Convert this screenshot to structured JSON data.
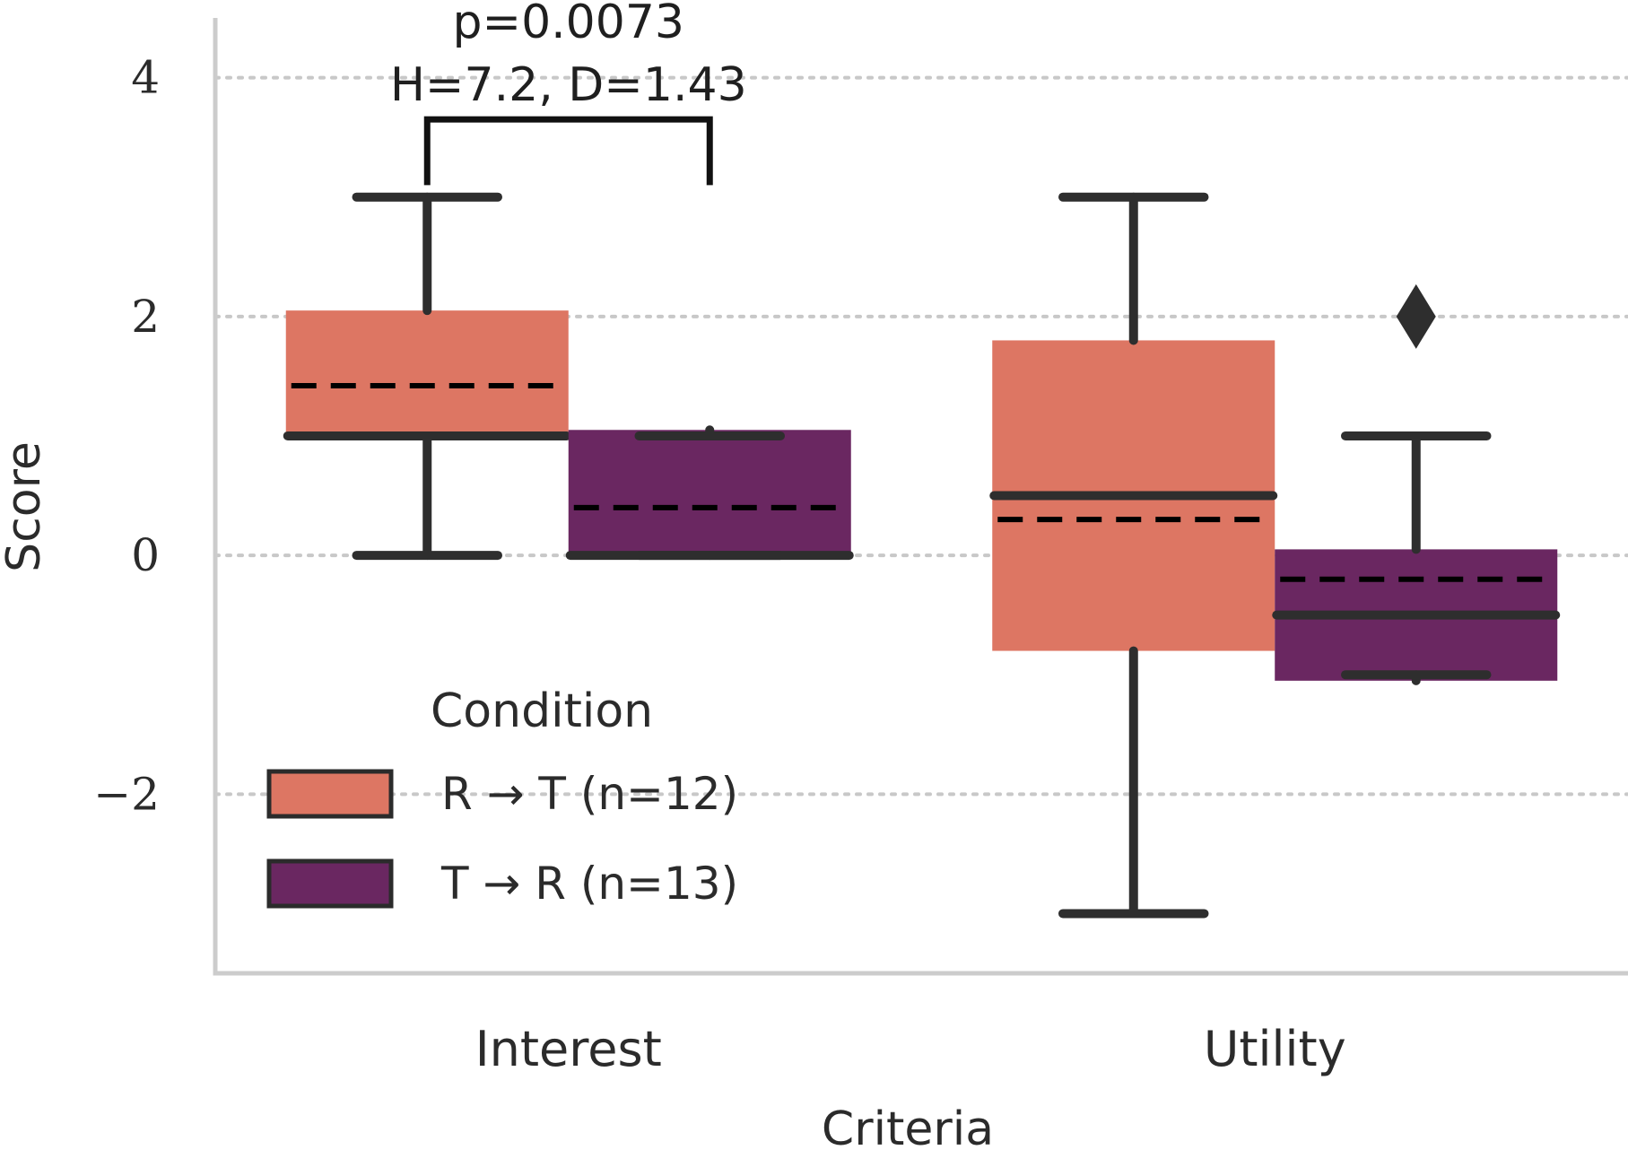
{
  "chart_data": {
    "type": "box",
    "xlabel": "Criteria",
    "ylabel": "Score",
    "categories": [
      "Interest",
      "Utility"
    ],
    "ylim": [
      -3.5,
      4.5
    ],
    "yticks": [
      -2,
      0,
      2,
      4
    ],
    "ytick_labels": [
      "−2",
      "0",
      "2",
      "4"
    ],
    "grid": "horizontal-dotted",
    "colors": {
      "R_T": "#dd7663",
      "T_R": "#6a2761",
      "line": "#2e2e2e"
    },
    "legend": {
      "title": "Condition",
      "placement": "lower-left",
      "entries": [
        "R → T (n=12)",
        "T → R (n=13)"
      ]
    },
    "series": [
      {
        "name": "R → T (n=12)",
        "color": "#dd7663",
        "boxes": [
          {
            "category": "Interest",
            "whisker_low": 0,
            "q1": 1,
            "median": 1,
            "mean": 1.42,
            "q3": 2.05,
            "whisker_high": 3,
            "outliers": []
          },
          {
            "category": "Utility",
            "whisker_low": -3,
            "q1": -0.8,
            "median": 0.5,
            "mean": 0.3,
            "q3": 1.8,
            "whisker_high": 3,
            "outliers": []
          }
        ]
      },
      {
        "name": "T → R (n=13)",
        "color": "#6a2761",
        "boxes": [
          {
            "category": "Interest",
            "whisker_low": 0,
            "q1": 0,
            "median": 0,
            "mean": 0.4,
            "q3": 1.05,
            "whisker_high": 1,
            "outliers": []
          },
          {
            "category": "Utility",
            "whisker_low": -1,
            "q1": -1.05,
            "median": -0.5,
            "mean": -0.2,
            "q3": 0.05,
            "whisker_high": 1,
            "outliers": [
              2
            ]
          }
        ]
      }
    ],
    "annotations": [
      {
        "category": "Interest",
        "line1": "p=0.0073",
        "line2": "H=7.2, D=1.43",
        "bracket_top": 3.65,
        "bracket_bottom": 3.1
      }
    ]
  }
}
